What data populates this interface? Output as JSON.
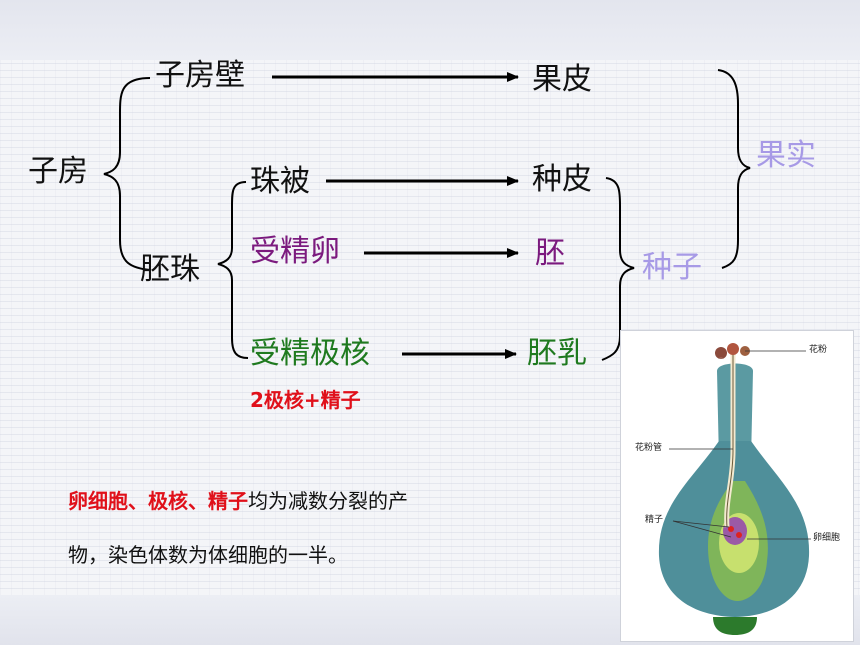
{
  "colors": {
    "black": "#111111",
    "purple": "#7b1a7e",
    "green": "#1f7a1f",
    "red": "#e0101a",
    "lavender": "#a79ae6"
  },
  "nodes": {
    "ovary": "子房",
    "ovary_wall": "子房壁",
    "pericarp": "果皮",
    "ovule": "胚珠",
    "integument": "珠被",
    "seed_coat": "种皮",
    "fertilized_egg": "受精卵",
    "embryo": "胚",
    "fertilized_polar_nuclei": "受精极核",
    "endosperm": "胚乳",
    "polar_note": "2极核+精子",
    "fruit": "果实",
    "seed": "种子"
  },
  "note": {
    "red_part": "卵细胞、极核、精子",
    "line1_rest": "均为减数分裂的产",
    "line2": "物，染色体数为体细胞的一半。"
  },
  "figure": {
    "pollen": "花粉",
    "pollen_tube": "花粉管",
    "sperm": "精子",
    "egg_cell": "卵细胞"
  }
}
